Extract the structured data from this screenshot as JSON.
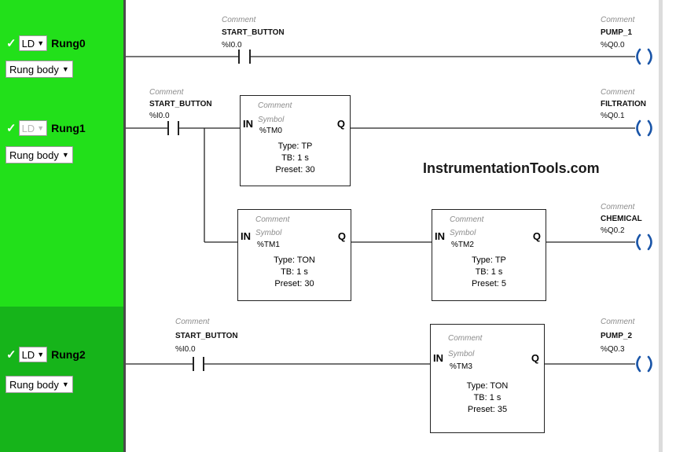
{
  "colors": {
    "rung_bright": "#22e01a",
    "rung_dark": "#16b41a",
    "wire": "#222222",
    "coil": "#1a55a8"
  },
  "rungs": [
    {
      "check": "✓",
      "language": "LD",
      "name": "Rung0",
      "body_mode": "Rung body"
    },
    {
      "check": "✓",
      "language": "LD",
      "name": "Rung1",
      "body_mode": "Rung body"
    },
    {
      "check": "✓",
      "language": "LD",
      "name": "Rung2",
      "body_mode": "Rung body"
    }
  ],
  "contacts": [
    {
      "comment": "Comment",
      "symbol": "START_BUTTON",
      "address": "%I0.0"
    },
    {
      "comment": "Comment",
      "symbol": "START_BUTTON",
      "address": "%I0.0"
    },
    {
      "comment": "Comment",
      "symbol": "START_BUTTON",
      "address": "%I0.0"
    }
  ],
  "coils": [
    {
      "comment": "Comment",
      "symbol": "PUMP_1",
      "address": "%Q0.0"
    },
    {
      "comment": "Comment",
      "symbol": "FILTRATION",
      "address": "%Q0.1"
    },
    {
      "comment": "Comment",
      "symbol": "CHEMICAL",
      "address": "%Q0.2"
    },
    {
      "comment": "Comment",
      "symbol": "PUMP_2",
      "address": "%Q0.3"
    }
  ],
  "timers": [
    {
      "in": "IN",
      "q": "Q",
      "comment": "Comment",
      "symbol": "Symbol",
      "id": "%TM0",
      "type": "Type: TP",
      "tb": "TB: 1 s",
      "preset": "Preset: 30"
    },
    {
      "in": "IN",
      "q": "Q",
      "comment": "Comment",
      "symbol": "Symbol",
      "id": "%TM1",
      "type": "Type: TON",
      "tb": "TB: 1 s",
      "preset": "Preset: 30"
    },
    {
      "in": "IN",
      "q": "Q",
      "comment": "Comment",
      "symbol": "Symbol",
      "id": "%TM2",
      "type": "Type: TP",
      "tb": "TB: 1 s",
      "preset": "Preset: 5"
    },
    {
      "in": "IN",
      "q": "Q",
      "comment": "Comment",
      "symbol": "Symbol",
      "id": "%TM3",
      "type": "Type: TON",
      "tb": "TB: 1 s",
      "preset": "Preset: 35"
    }
  ],
  "watermark": "InstrumentationTools.com"
}
